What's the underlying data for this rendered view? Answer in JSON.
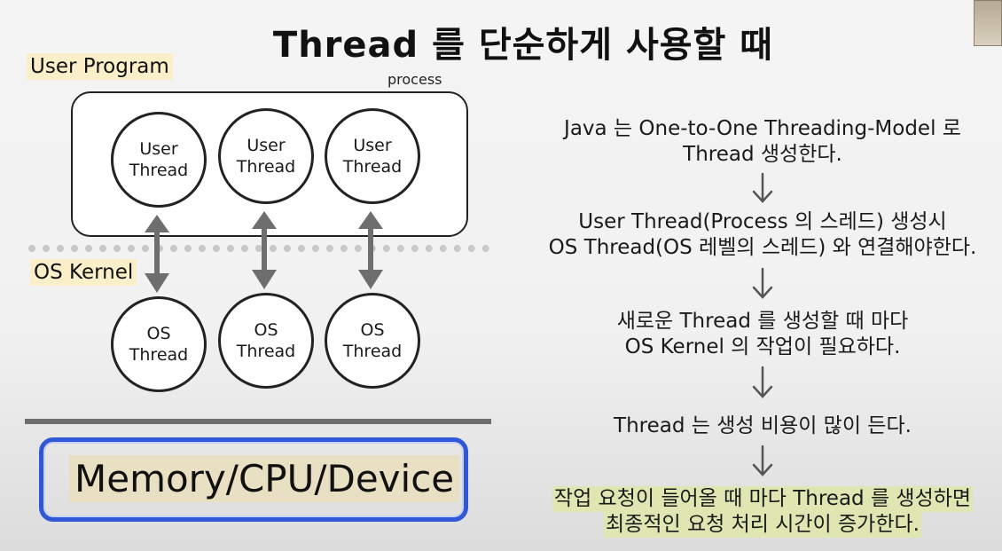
{
  "title": "Thread 를 단순하게 사용할 때",
  "labels": {
    "user_program": "User Program",
    "process": "process",
    "os_kernel": "OS Kernel",
    "device": "Memory/CPU/Device"
  },
  "user_threads": [
    "User\nThread",
    "User\nThread",
    "User\nThread"
  ],
  "os_threads": [
    "OS\nThread",
    "OS\nThread",
    "OS\nThread"
  ],
  "flow": [
    [
      "Java 는 One-to-One Threading-Model 로",
      "Thread 생성한다."
    ],
    [
      "User Thread(Process 의 스레드) 생성시",
      "OS Thread(OS 레벨의 스레드) 와 연결해야한다."
    ],
    [
      "새로운 Thread 를 생성할 때 마다",
      "OS Kernel 의 작업이 필요하다."
    ],
    [
      "Thread 는 생성 비용이 많이 든다."
    ],
    [
      "작업 요청이 들어올 때 마다 Thread 를 생성하면",
      "최종적인 요청 처리 시간이 증가한다."
    ]
  ],
  "colors": {
    "label_highlight": "#fbefc9",
    "conclusion_highlight": "#dfe6b2",
    "device_border": "#2f57d6",
    "arrow": "#6e6e6e"
  }
}
